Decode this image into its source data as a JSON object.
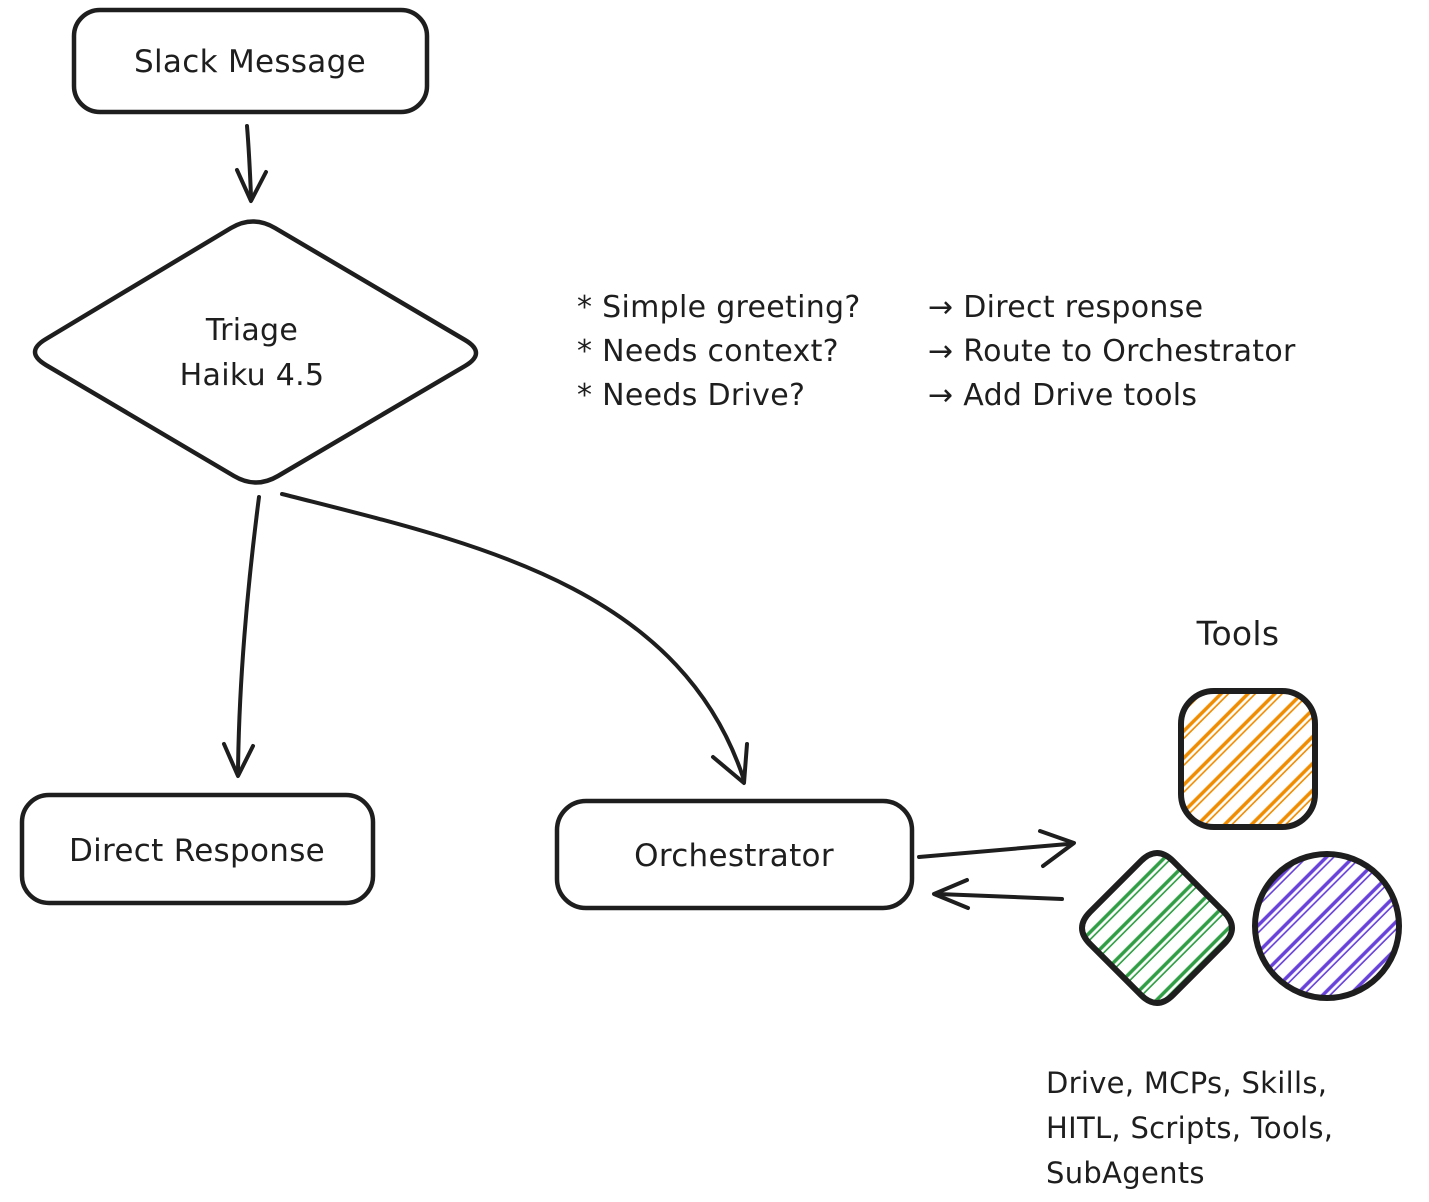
{
  "diagram": {
    "background": "#ffffff",
    "stroke_color": "#1e1e1e",
    "nodes": {
      "slack_message": {
        "label": "Slack Message"
      },
      "triage": {
        "line1": "Triage",
        "line2": "Haiku 4.5"
      },
      "direct_response": {
        "label": "Direct Response"
      },
      "orchestrator": {
        "label": "Orchestrator"
      }
    },
    "annotations": {
      "items": [
        {
          "question": "* Simple greeting?",
          "result": "→  Direct response"
        },
        {
          "question": "* Needs context?",
          "result": "→  Route to Orchestrator"
        },
        {
          "question": "* Needs Drive?",
          "result": "→   Add Drive tools"
        }
      ]
    },
    "tools": {
      "label": "Tools",
      "shapes": [
        {
          "name": "rounded-square",
          "hatch_color": "#f08c00"
        },
        {
          "name": "diamond",
          "hatch_color": "#2f9e44"
        },
        {
          "name": "circle",
          "hatch_color": "#6741d9"
        }
      ],
      "caption": [
        "Drive, MCPs, Skills,",
        "HITL, Scripts, Tools,",
        "SubAgents"
      ]
    }
  }
}
